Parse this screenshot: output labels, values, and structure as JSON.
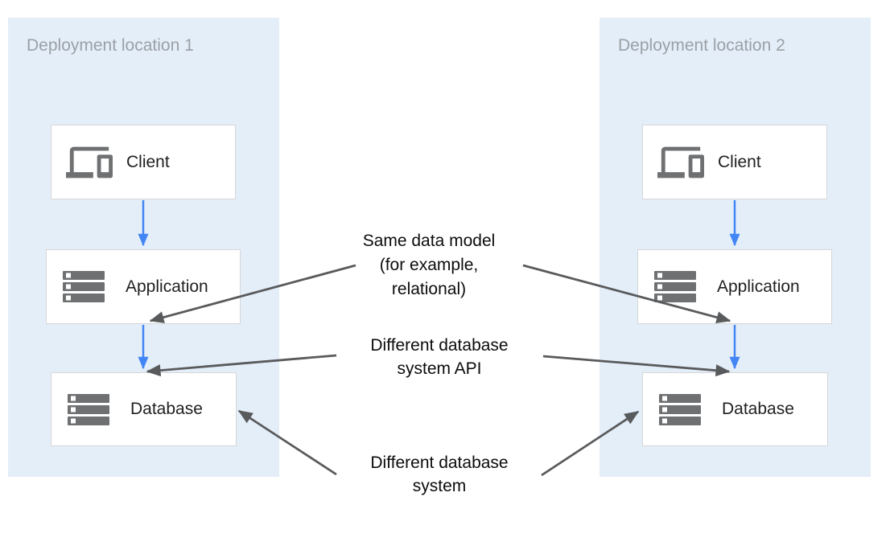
{
  "colors": {
    "panel_bg": "#e4eef9",
    "panel_title": "#9aa0a6",
    "box_border": "#d6d6d6",
    "box_text": "#1f1f1f",
    "icon": "#6f7072",
    "arrow_blue": "#4285f4",
    "arrow_gray": "#595a5c",
    "annotation_text": "#0c0c0c"
  },
  "panels": [
    {
      "title": "Deployment location 1",
      "boxes": [
        {
          "label": "Client",
          "icon": "devices-icon"
        },
        {
          "label": "Application",
          "icon": "storage-icon"
        },
        {
          "label": "Database",
          "icon": "storage-icon"
        }
      ]
    },
    {
      "title": "Deployment location 2",
      "boxes": [
        {
          "label": "Client",
          "icon": "devices-icon"
        },
        {
          "label": "Application",
          "icon": "storage-icon"
        },
        {
          "label": "Database",
          "icon": "storage-icon"
        }
      ]
    }
  ],
  "annotations": [
    {
      "text": "Same data model\n(for example,\nrelational)"
    },
    {
      "text": "Different database\nsystem API"
    },
    {
      "text": "Different database\nsystem"
    }
  ]
}
